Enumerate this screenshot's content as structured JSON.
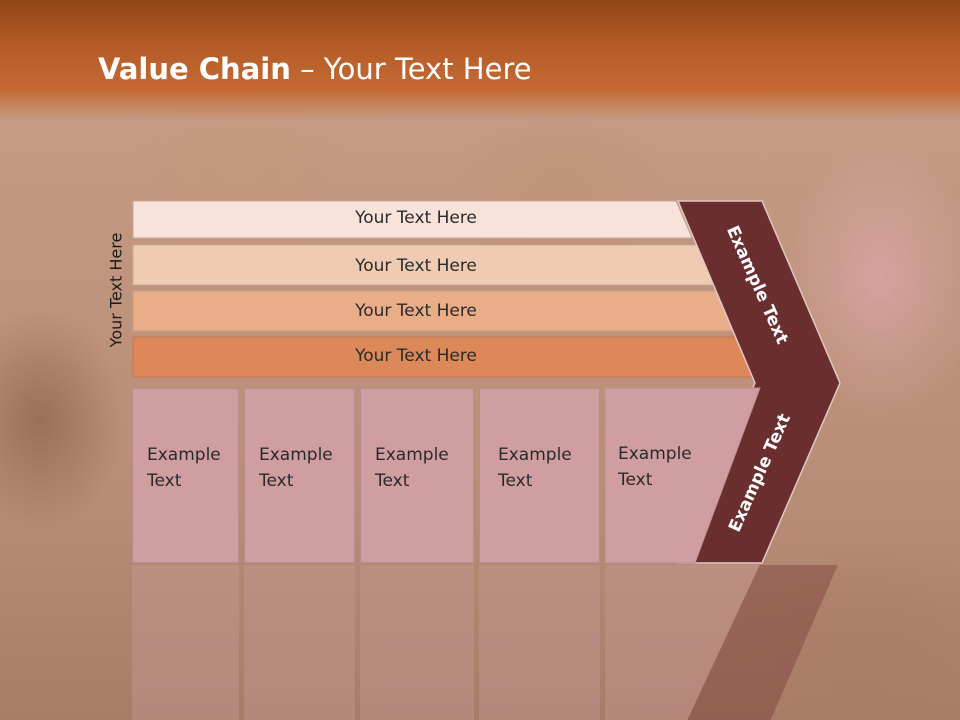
{
  "title": {
    "bold": "Value Chain",
    "rest": " – Your Text Here"
  },
  "vertical_label": "Your Text Here",
  "bands": [
    {
      "label": "Your Text Here",
      "color": "#f7e3da"
    },
    {
      "label": "Your Text Here",
      "color": "#f0cbb4"
    },
    {
      "label": "Your Text Here",
      "color": "#e9ad88"
    },
    {
      "label": "Your Text Here",
      "color": "#dd8858"
    }
  ],
  "boxes": [
    {
      "line1": "Example",
      "line2": "Text"
    },
    {
      "line1": "Example",
      "line2": "Text"
    },
    {
      "line1": "Example",
      "line2": "Text"
    },
    {
      "line1": "Example",
      "line2": "Text"
    },
    {
      "line1": "Example",
      "line2": "Text"
    }
  ],
  "arrow": {
    "upper_text": "Example Text",
    "lower_text": "Example Text",
    "color": "#6b2e2e"
  },
  "colors": {
    "title_bar": "#b35a26",
    "box_fill": "#d09ea0"
  }
}
